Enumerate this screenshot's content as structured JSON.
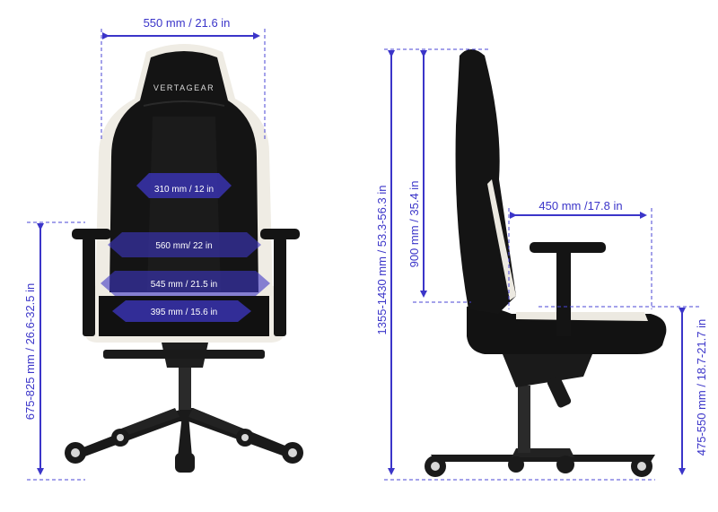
{
  "brand": "VERTAGEAR",
  "accent_color": "#3b35c9",
  "front_view": {
    "overall_width": "550 mm / 21.6 in",
    "seat_height_range": "675-825 mm / 26.6-32.5 in",
    "bands": {
      "lumbar": "310 mm / 12 in",
      "shoulder": "560 mm/ 22 in",
      "seat_back": "545 mm / 21.5 in",
      "seat_front": "395 mm / 15.6 in"
    }
  },
  "side_view": {
    "overall_height_range": "1355-1430 mm / 53.3-56.3 in",
    "backrest_height": "900 mm / 35.4 in",
    "seat_depth": "450 mm /17.8 in",
    "seat_floor_height_range": "475-550 mm / 18.7-21.7 in"
  }
}
